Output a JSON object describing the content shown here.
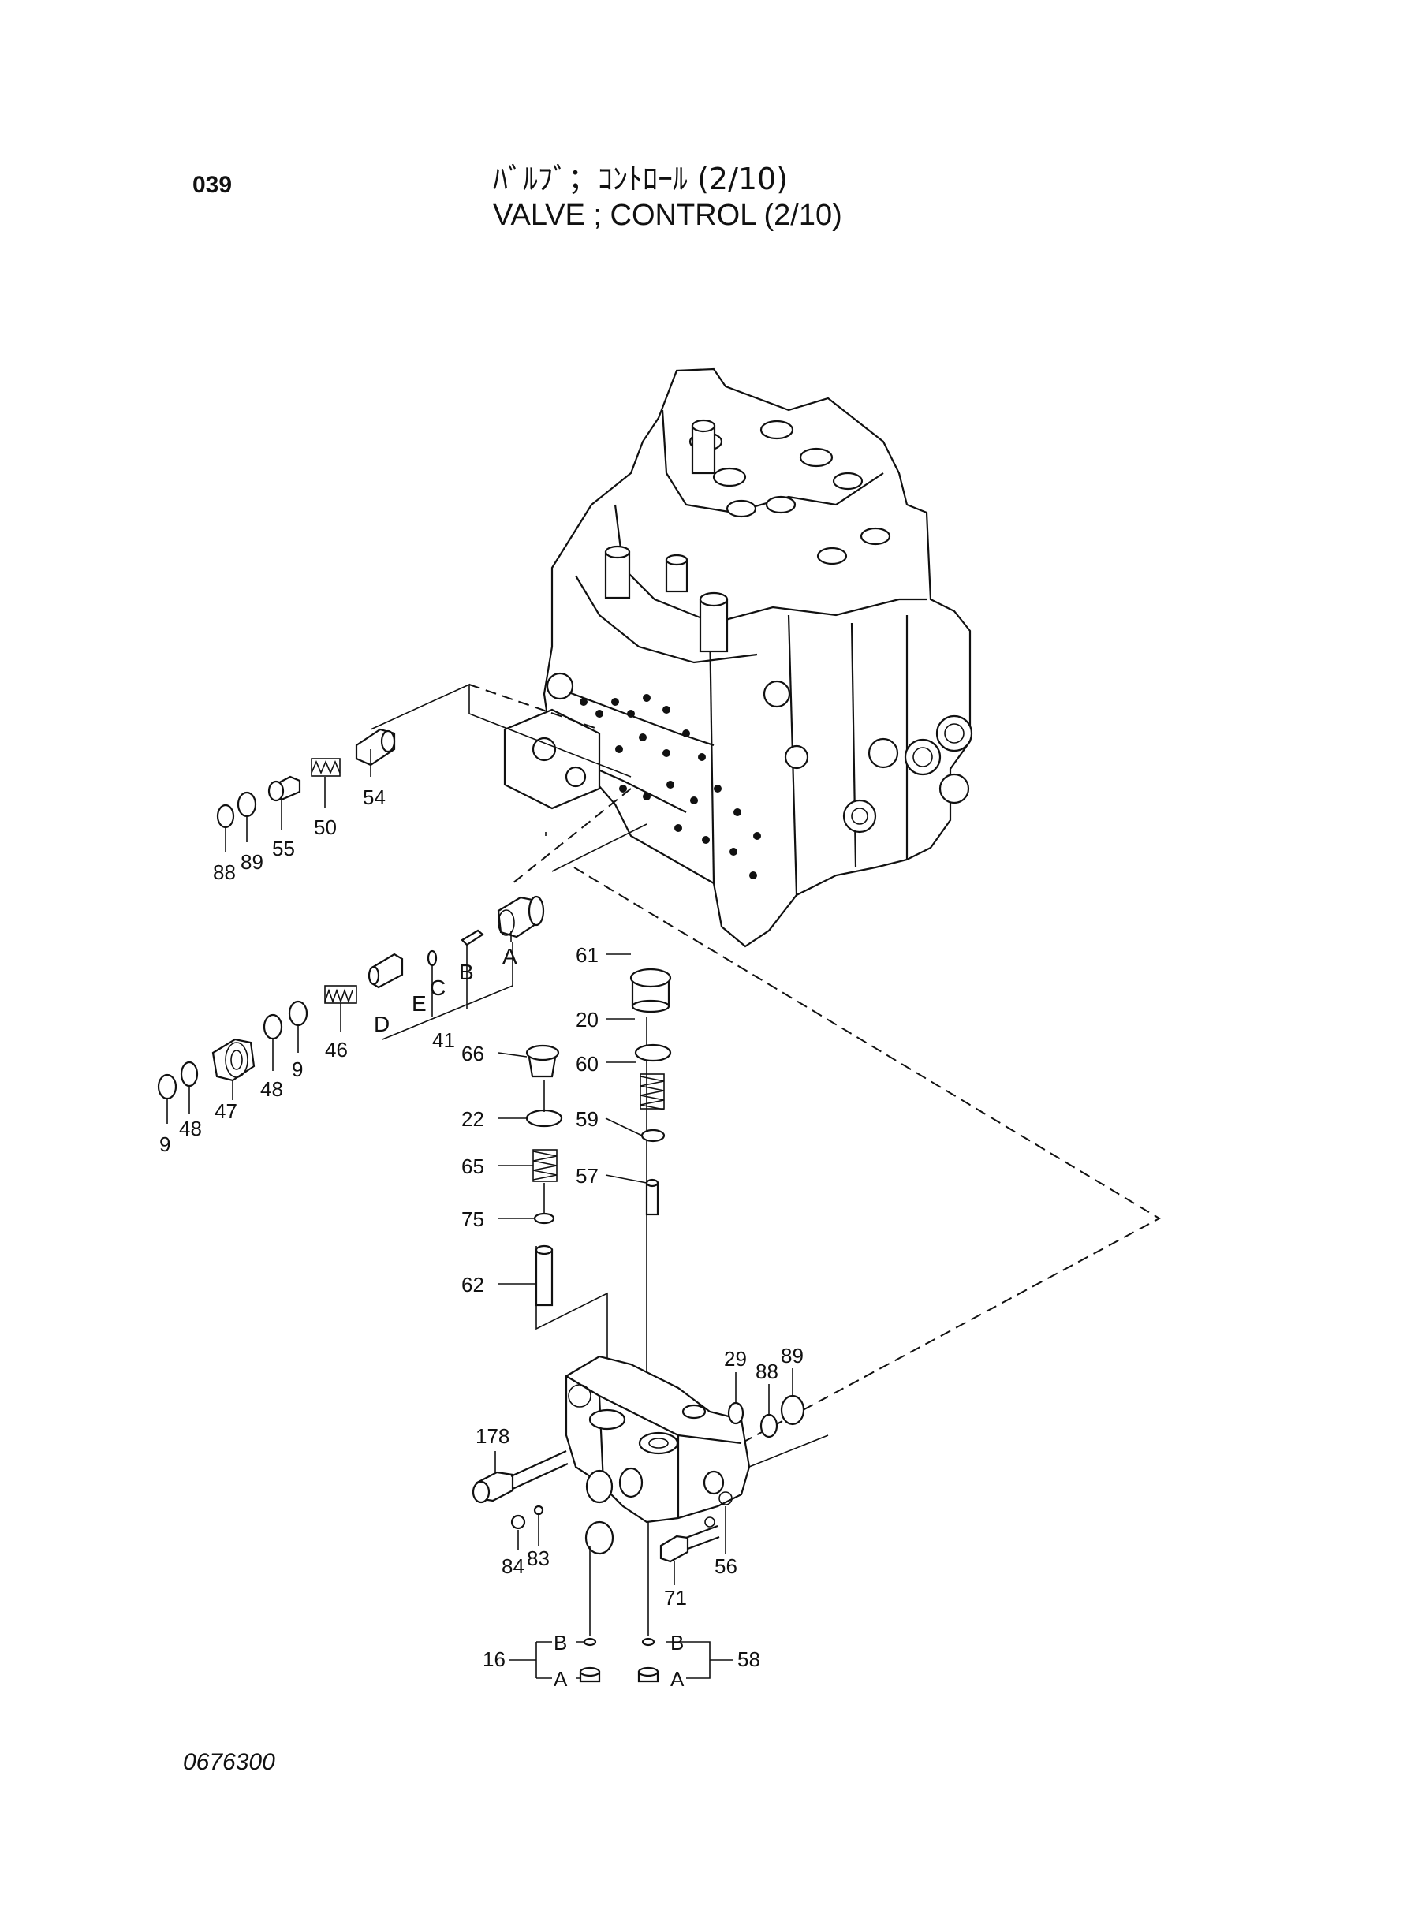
{
  "header": {
    "page_number": "039",
    "title_jp": "ﾊﾞﾙﾌﾞ；ｺﾝﾄﾛｰﾙ (2/10)",
    "title_en": "VALVE ; CONTROL (2/10)"
  },
  "footer": {
    "drawing_number": "0676300"
  },
  "callouts": {
    "p54": "54",
    "p50": "50",
    "p55": "55",
    "p89a": "89",
    "p88a": "88",
    "pA": "A",
    "pB": "B",
    "pC": "C",
    "pE": "E",
    "pD": "D",
    "p41": "41",
    "p46": "46",
    "p9a": "9",
    "p48a": "48",
    "p47": "47",
    "p48b": "48",
    "p9b": "9",
    "p61": "61",
    "p20": "20",
    "p60": "60",
    "p59": "59",
    "p57": "57",
    "p66": "66",
    "p22": "22",
    "p65": "65",
    "p75": "75",
    "p62": "62",
    "p29": "29",
    "p88b": "88",
    "p89b": "89",
    "p178": "178",
    "p84": "84",
    "p83": "83",
    "p71": "71",
    "p56": "56",
    "p16": "16",
    "p16B": "B",
    "p16A": "A",
    "p58": "58",
    "p58B": "B",
    "p58A": "A"
  }
}
